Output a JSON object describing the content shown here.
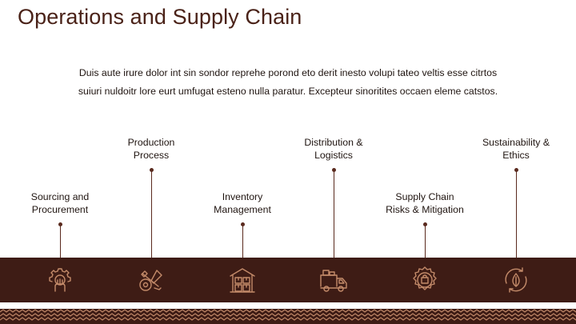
{
  "slide": {
    "title": "Operations and Supply Chain",
    "body_lines": [
      "Duis aute irure dolor int sin sondor reprehe porond eto derit inesto volupi tateo veltis esse citrtos",
      "suiuri nuldoitr lore eurt umfugat esteno nulla paratur. Excepteur sinoritites occaen eleme catstos."
    ]
  },
  "timeline": [
    {
      "lines": [
        "Sourcing and",
        "Procurement"
      ],
      "icon": "gear-hand-icon"
    },
    {
      "lines": [
        "Production",
        "Process"
      ],
      "icon": "production-tools-icon"
    },
    {
      "lines": [
        "Inventory",
        "Management"
      ],
      "icon": "warehouse-icon"
    },
    {
      "lines": [
        "Distribution &",
        "Logistics"
      ],
      "icon": "delivery-truck-icon"
    },
    {
      "lines": [
        "Supply Chain",
        "Risks & Mitigation"
      ],
      "icon": "risk-badge-icon"
    },
    {
      "lines": [
        "Sustainability &",
        "Ethics"
      ],
      "icon": "leaf-cycle-icon"
    }
  ],
  "colors": {
    "band": "#3e1c15",
    "accent": "#c48b6a",
    "title": "#4a2218",
    "stem": "#5a2a1e"
  }
}
